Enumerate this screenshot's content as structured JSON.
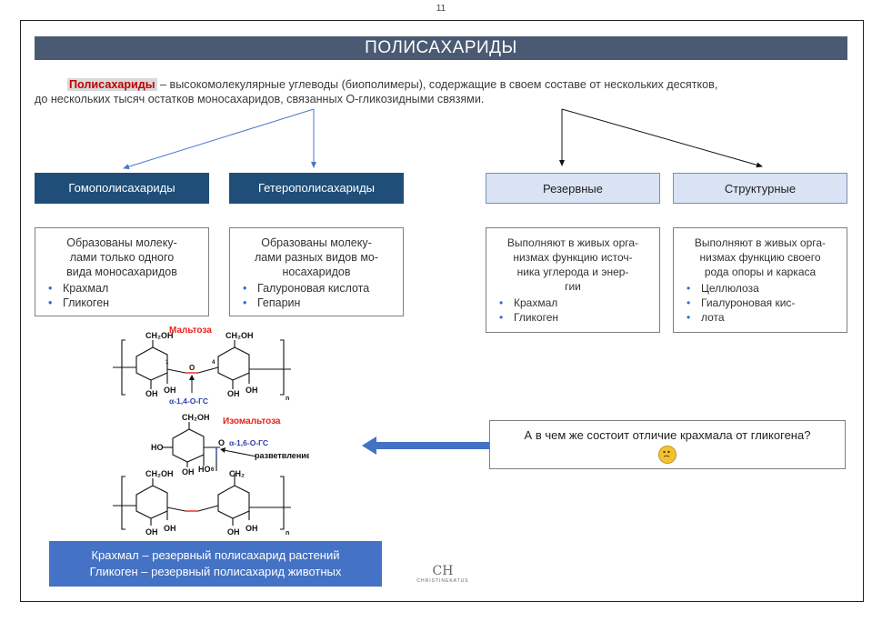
{
  "page_number": "11",
  "title": "ПОЛИСАХАРИДЫ",
  "definition": {
    "term": "Полисахариды",
    "line1_rest": " – высокомолекулярные углеводы (биополимеры), содержащие в своем составе от нескольких десятков,",
    "line2": "до нескольких тысяч остатков моносахаридов, связанных О-гликозидными связями."
  },
  "categories": {
    "homo": {
      "label": "Гомополисахариды",
      "desc": [
        "Образованы молеку-",
        "лами только одного",
        "вида моносахаридов"
      ],
      "items": [
        "Крахмал",
        "Гликоген"
      ]
    },
    "hetero": {
      "label": "Гетерополисахариды",
      "desc": [
        "Образованы молеку-",
        "лами разных видов мо-",
        "носахаридов"
      ],
      "items": [
        "Галуроновая кислота",
        "Гепарин"
      ]
    },
    "reserve": {
      "label": "Резервные",
      "desc": [
        "Выполняют в живых орга-",
        "низмах функцию источ-",
        "ника углерода и энер-",
        "гии"
      ],
      "items": [
        "Крахмал",
        "Гликоген"
      ]
    },
    "structural": {
      "label": "Структурные",
      "desc": [
        "Выполняют в живых орга-",
        "низмах функцию своего",
        "рода опоры и каркаса"
      ],
      "items": [
        "Целлюлоза",
        "Гиалуроновая кис-",
        "лота"
      ]
    }
  },
  "diagram": {
    "maltose_label": "Мальтоза",
    "isomaltose_label": "Изомальтоза",
    "bond_14": "α-1,4-О-ГС",
    "bond_16": "α-1,6-О-ГС",
    "branching": "разветвление",
    "ch2oh": "CH₂OH",
    "ch2": "CH₂",
    "oh": "OH",
    "ho": "HO",
    "o": "O",
    "n": "n",
    "c1": "1",
    "c4": "4",
    "c6": "6"
  },
  "question": "А в чем же состоит отличие крахмала от гликогена?",
  "summary": [
    "Крахмал – резервный полисахарид растений",
    "Гликоген – резервный полисахарид животных"
  ],
  "logo": {
    "monogram": "CH",
    "name": "CHRISTINEKATUS"
  },
  "colors": {
    "title_bar": "#4a5a72",
    "dark_box": "#1f4e79",
    "light_box": "#d9e3f3",
    "summary": "#4472c4",
    "term_red": "#c00000",
    "label_red": "#e8221b",
    "bond_blue": "#2f3fa8"
  }
}
